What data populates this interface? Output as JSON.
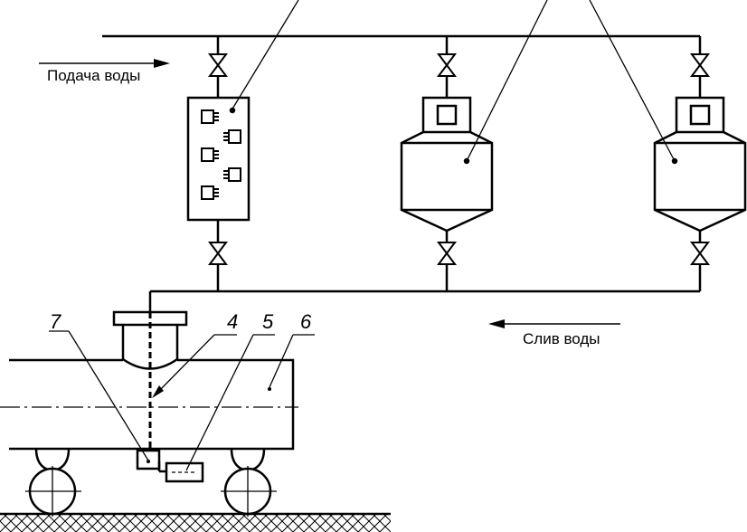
{
  "labels": {
    "water_supply": "Подача воды",
    "water_drain": "Слив воды"
  },
  "callouts": {
    "n4": "4",
    "n5": "5",
    "n6": "6",
    "n7": "7"
  },
  "colors": {
    "stroke": "#000000",
    "background": "#ffffff"
  }
}
